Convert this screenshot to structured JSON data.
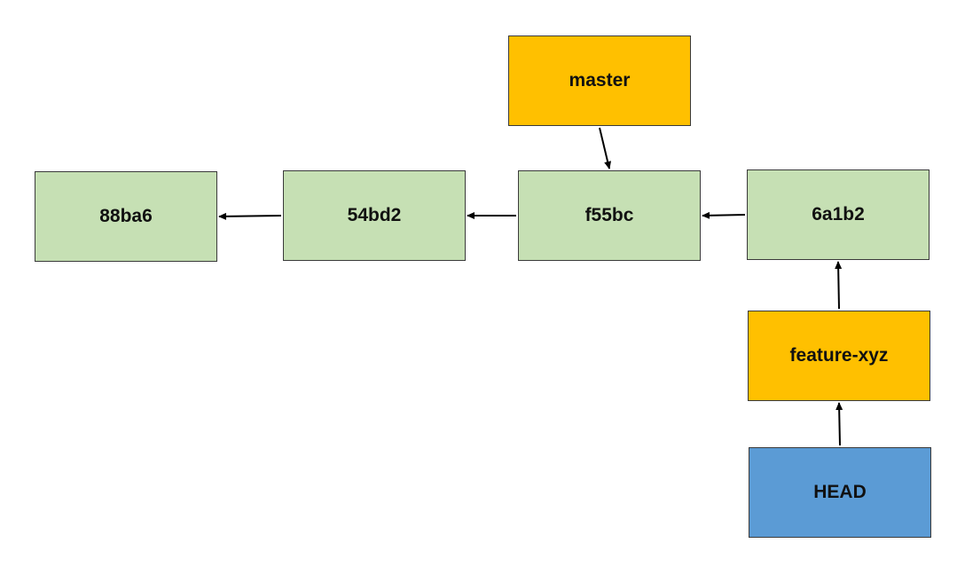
{
  "colors": {
    "commit_fill": "#c6e0b4",
    "branch_fill": "#ffc000",
    "head_fill": "#5b9bd5",
    "border": "#3a3a3a",
    "arrow": "#000000"
  },
  "commits": [
    {
      "id": "c88ba6",
      "label": "88ba6"
    },
    {
      "id": "c54bd2",
      "label": "54bd2"
    },
    {
      "id": "cf55bc",
      "label": "f55bc"
    },
    {
      "id": "c6a1b2",
      "label": "6a1b2"
    }
  ],
  "branches": [
    {
      "id": "bmaster",
      "label": "master"
    },
    {
      "id": "bfeature",
      "label": "feature-xyz"
    }
  ],
  "head": {
    "id": "head",
    "label": "HEAD"
  },
  "edges": [
    {
      "from": "c54bd2",
      "to": "c88ba6"
    },
    {
      "from": "cf55bc",
      "to": "c54bd2"
    },
    {
      "from": "c6a1b2",
      "to": "cf55bc"
    },
    {
      "from": "bmaster",
      "to": "cf55bc"
    },
    {
      "from": "bfeature",
      "to": "c6a1b2"
    },
    {
      "from": "head",
      "to": "bfeature"
    }
  ]
}
